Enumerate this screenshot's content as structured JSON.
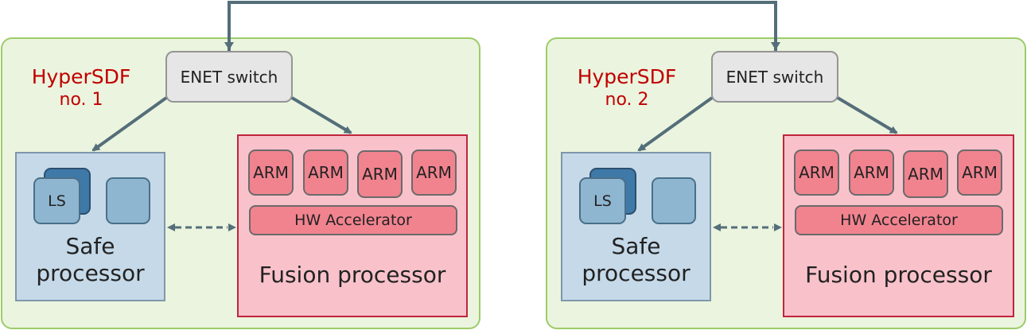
{
  "colors": {
    "container_fill": "#ebf4de",
    "container_border": "#9ccc6a",
    "title": "#c00000",
    "connector": "#546e7a",
    "safe_fill": "#c5d9e8",
    "fusion_fill": "#f9c2cb",
    "arm_fill": "#f1838f"
  },
  "nodes": [
    {
      "title_line1": "HyperSDF",
      "title_line2": "no. 1",
      "enet_label": "ENET switch",
      "safe_label_line1": "Safe",
      "safe_label_line2": "processor",
      "ls_label": "LS",
      "arm_labels": [
        "ARM",
        "ARM",
        "ARM",
        "ARM"
      ],
      "hw_label": "HW Accelerator",
      "fusion_label": "Fusion processor"
    },
    {
      "title_line1": "HyperSDF",
      "title_line2": "no. 2",
      "enet_label": "ENET switch",
      "safe_label_line1": "Safe",
      "safe_label_line2": "processor",
      "ls_label": "LS",
      "arm_labels": [
        "ARM",
        "ARM",
        "ARM",
        "ARM"
      ],
      "hw_label": "HW Accelerator",
      "fusion_label": "Fusion processor"
    }
  ]
}
